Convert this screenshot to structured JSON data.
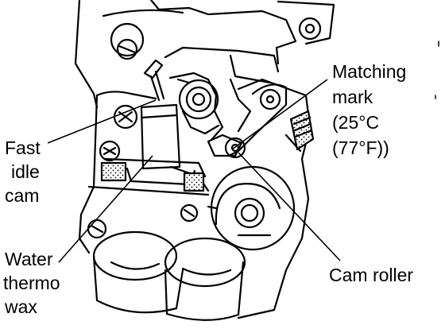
{
  "diagram": {
    "colors": {
      "ink": "#000000",
      "paper": "#ffffff"
    },
    "labels": {
      "fast_idle_cam": [
        "Fast",
        "idle",
        "cam"
      ],
      "matching_mark": [
        "Matching",
        "mark",
        "(25°C",
        "(77°F))"
      ],
      "water_thermo_wax": [
        "Water",
        "thermo",
        "wax"
      ],
      "cam_roller": "Cam roller"
    }
  }
}
